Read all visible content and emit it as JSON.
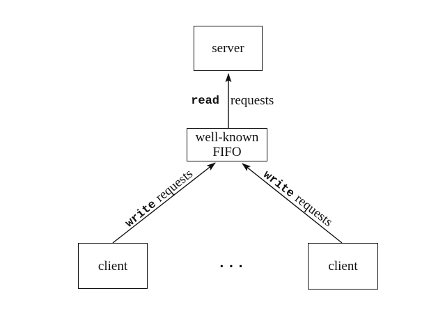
{
  "diagram": {
    "nodes": {
      "server": {
        "label": "server"
      },
      "fifo": {
        "line1": "well-known",
        "line2": "FIFO"
      },
      "client_left": {
        "label": "client"
      },
      "client_right": {
        "label": "client"
      }
    },
    "labels": {
      "read": {
        "mono": "read",
        "serif": "requests"
      },
      "write_left": {
        "mono": "write",
        "serif": "requests"
      },
      "write_right": {
        "mono": "write",
        "serif": "requests"
      }
    },
    "ellipsis": "...",
    "colors": {
      "line": "#111111",
      "text": "#111111",
      "box_border": "#111111",
      "background": "#ffffff"
    }
  }
}
